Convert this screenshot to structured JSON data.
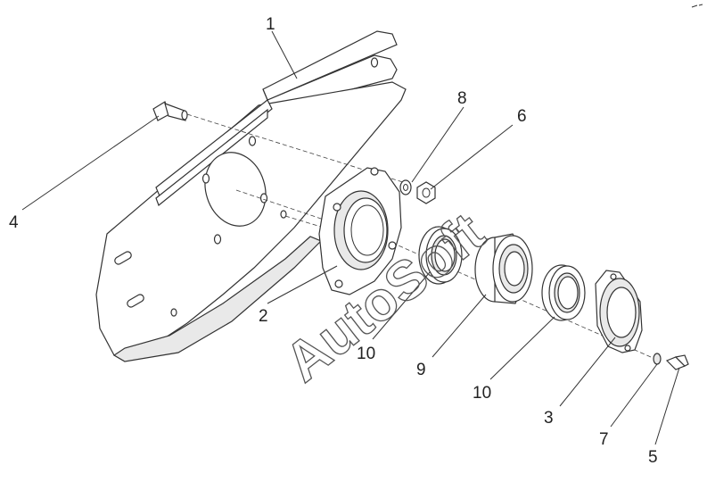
{
  "watermark": "AutoSoft",
  "callouts": [
    {
      "id": "c1",
      "label": "1"
    },
    {
      "id": "c2",
      "label": "2"
    },
    {
      "id": "c3",
      "label": "3"
    },
    {
      "id": "c4",
      "label": "4"
    },
    {
      "id": "c5",
      "label": "5"
    },
    {
      "id": "c6",
      "label": "6"
    },
    {
      "id": "c7",
      "label": "7"
    },
    {
      "id": "c8",
      "label": "8"
    },
    {
      "id": "c9",
      "label": "9"
    },
    {
      "id": "c10a",
      "label": "10"
    },
    {
      "id": "c10b",
      "label": "10"
    }
  ],
  "colors": {
    "line": "#333333",
    "background": "#ffffff",
    "watermark": "#555555"
  }
}
